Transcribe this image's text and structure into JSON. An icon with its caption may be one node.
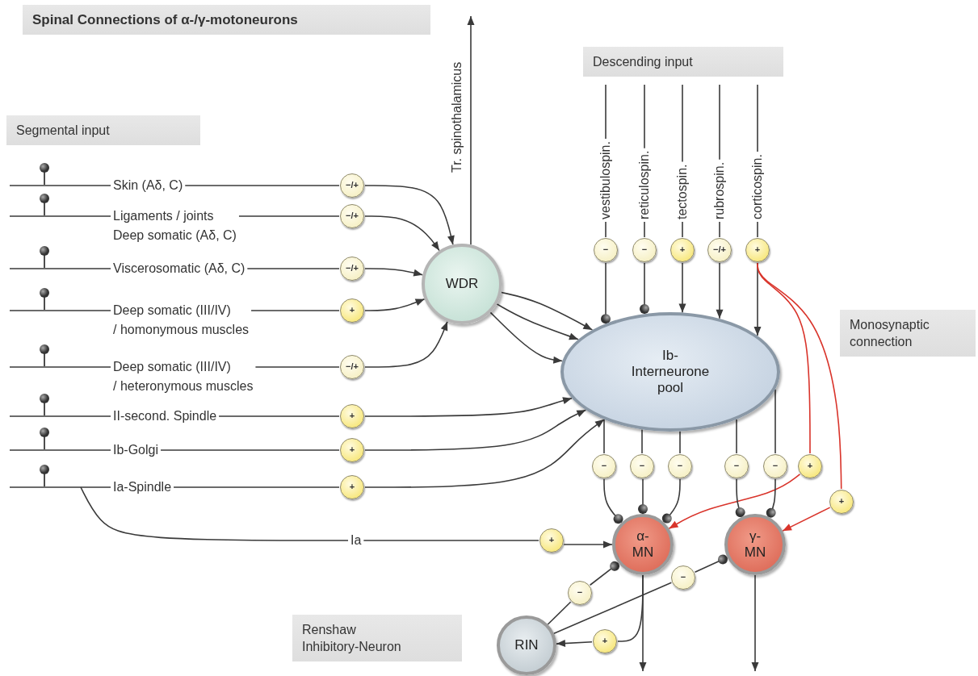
{
  "diagram": {
    "title": "Spinal Connections of α-/γ-motoneurons",
    "nodes": [
      {
        "text": [
          "WDR"
        ]
      },
      {
        "text": [
          "Ib- Interneurone pool"
        ]
      },
      {
        "text": [
          "α- MN"
        ]
      },
      {
        "text": [
          "γ- MN"
        ]
      },
      {
        "text": [
          "RIN"
        ]
      },
      {
        "text": [
          "Skin (Aδ, C)"
        ]
      },
      {
        "text": [
          "Ligaments / joints Deep somatic (Aδ, C)"
        ]
      },
      {
        "text": [
          "Viscerosomatic (Aδ, C)"
        ]
      },
      {
        "text": [
          "Deep somatic (III/IV) / homonymous muscles"
        ]
      },
      {
        "text": [
          "Deep somatic (III/IV) / heteronymous muscles"
        ]
      },
      {
        "text": [
          "II-second. Spindle"
        ]
      },
      {
        "text": [
          "Ib-Golgi"
        ]
      },
      {
        "text": [
          "Ia-Spindle"
        ]
      },
      {
        "text": [
          "−/+"
        ]
      },
      {
        "text": [
          "−/+"
        ]
      },
      {
        "text": [
          "−/+"
        ]
      },
      {
        "text": [
          "+"
        ]
      },
      {
        "text": [
          "−/+"
        ]
      },
      {
        "text": [
          "+"
        ]
      },
      {
        "text": [
          "+"
        ]
      },
      {
        "text": [
          "+"
        ]
      },
      {
        "text": [
          "Ia"
        ]
      },
      {
        "text": [
          "+"
        ]
      },
      {
        "text": [
          "vestibulospin."
        ]
      },
      {
        "text": [
          "reticulospin."
        ]
      },
      {
        "text": [
          "tectospin."
        ]
      },
      {
        "text": [
          "rubrospin."
        ]
      },
      {
        "text": [
          "corticospin."
        ]
      },
      {
        "text": [
          "−"
        ]
      },
      {
        "text": [
          "−"
        ]
      },
      {
        "text": [
          "+"
        ]
      },
      {
        "text": [
          "−/+"
        ]
      },
      {
        "text": [
          "+"
        ]
      },
      {
        "text": [
          "−"
        ]
      },
      {
        "text": [
          "−"
        ]
      },
      {
        "text": [
          "−"
        ]
      },
      {
        "text": [
          "−"
        ]
      },
      {
        "text": [
          "−"
        ]
      },
      {
        "text": [
          "+"
        ]
      },
      {
        "text": [
          "+"
        ]
      },
      {
        "text": [
          "−"
        ]
      },
      {
        "text": [
          "−"
        ]
      },
      {
        "text": [
          "+"
        ]
      }
    ],
    "edges": [
      {
        "from": null,
        "to": 5,
        "arrow": "none"
      },
      {
        "from": null,
        "to": 6,
        "arrow": "none"
      },
      {
        "from": null,
        "to": 7,
        "arrow": "none"
      },
      {
        "from": null,
        "to": 8,
        "arrow": "none"
      },
      {
        "from": null,
        "to": 9,
        "arrow": "none"
      },
      {
        "from": null,
        "to": 10,
        "arrow": "none"
      },
      {
        "from": null,
        "to": 11,
        "arrow": "none"
      },
      {
        "from": null,
        "to": 12,
        "arrow": "none"
      },
      {
        "from": 5,
        "to": 13,
        "arrow": "none"
      },
      {
        "from": 6,
        "to": 14,
        "arrow": "none"
      },
      {
        "from": 7,
        "to": 15,
        "arrow": "none"
      },
      {
        "from": 8,
        "to": 16,
        "arrow": "none"
      },
      {
        "from": 9,
        "to": 17,
        "arrow": "none"
      },
      {
        "from": 10,
        "to": 18,
        "arrow": "none"
      },
      {
        "from": 11,
        "to": 19,
        "arrow": "none"
      },
      {
        "from": 12,
        "to": 20,
        "arrow": "none"
      },
      {
        "from": 13,
        "to": 0,
        "arrow": "to"
      },
      {
        "from": 14,
        "to": 0,
        "arrow": "to"
      },
      {
        "from": 15,
        "to": 0,
        "arrow": "to"
      },
      {
        "from": 16,
        "to": 0,
        "arrow": "to"
      },
      {
        "from": 17,
        "to": 0,
        "arrow": "to"
      },
      {
        "from": 18,
        "to": 1,
        "arrow": "to"
      },
      {
        "from": 19,
        "to": 1,
        "arrow": "to"
      },
      {
        "from": 20,
        "to": 1,
        "arrow": "to"
      },
      {
        "from": 0,
        "to": 1,
        "arrow": "to"
      },
      {
        "from": 0,
        "to": 1,
        "arrow": "to"
      },
      {
        "from": 0,
        "to": 1,
        "arrow": "to"
      },
      {
        "from": 0,
        "to": null,
        "arrow": "to",
        "label": "Tr. spinothalamicus"
      },
      {
        "from": null,
        "to": 21,
        "arrow": "none"
      },
      {
        "from": 21,
        "to": 22,
        "arrow": "none"
      },
      {
        "from": 22,
        "to": 2,
        "arrow": "to"
      },
      {
        "from": null,
        "to": 23,
        "arrow": "none"
      },
      {
        "from": null,
        "to": 24,
        "arrow": "none"
      },
      {
        "from": null,
        "to": 25,
        "arrow": "none"
      },
      {
        "from": null,
        "to": 26,
        "arrow": "none"
      },
      {
        "from": null,
        "to": 27,
        "arrow": "none"
      },
      {
        "from": 23,
        "to": 28,
        "arrow": "none"
      },
      {
        "from": 24,
        "to": 29,
        "arrow": "none"
      },
      {
        "from": 25,
        "to": 30,
        "arrow": "none"
      },
      {
        "from": 26,
        "to": 31,
        "arrow": "none"
      },
      {
        "from": 27,
        "to": 32,
        "arrow": "none"
      },
      {
        "from": 28,
        "to": 1,
        "arrow": "other"
      },
      {
        "from": 29,
        "to": 1,
        "arrow": "other"
      },
      {
        "from": 30,
        "to": 1,
        "arrow": "to"
      },
      {
        "from": 31,
        "to": 1,
        "arrow": "to"
      },
      {
        "from": 32,
        "to": 1,
        "arrow": "to"
      },
      {
        "from": 32,
        "to": 38,
        "arrow": "none",
        "color": "#d9342b"
      },
      {
        "from": 32,
        "to": 39,
        "arrow": "none",
        "color": "#d9342b"
      },
      {
        "from": 38,
        "to": 2,
        "arrow": "to",
        "color": "#d9342b"
      },
      {
        "from": 39,
        "to": 3,
        "arrow": "to",
        "color": "#d9342b"
      },
      {
        "from": 1,
        "to": 33,
        "arrow": "none"
      },
      {
        "from": 1,
        "to": 34,
        "arrow": "none"
      },
      {
        "from": 1,
        "to": 35,
        "arrow": "none"
      },
      {
        "from": 1,
        "to": 36,
        "arrow": "none"
      },
      {
        "from": 1,
        "to": 37,
        "arrow": "none"
      },
      {
        "from": 33,
        "to": 2,
        "arrow": "other"
      },
      {
        "from": 34,
        "to": 2,
        "arrow": "other"
      },
      {
        "from": 35,
        "to": 2,
        "arrow": "other"
      },
      {
        "from": 36,
        "to": 3,
        "arrow": "other"
      },
      {
        "from": 37,
        "to": 3,
        "arrow": "other"
      },
      {
        "from": 2,
        "to": null,
        "arrow": "to"
      },
      {
        "from": 3,
        "to": null,
        "arrow": "to"
      },
      {
        "from": 2,
        "to": 42,
        "arrow": "none"
      },
      {
        "from": 42,
        "to": 4,
        "arrow": "to"
      },
      {
        "from": 4,
        "to": 40,
        "arrow": "none"
      },
      {
        "from": 40,
        "to": 2,
        "arrow": "other"
      },
      {
        "from": 4,
        "to": 41,
        "arrow": "none"
      },
      {
        "from": 41,
        "to": 3,
        "arrow": "other"
      }
    ],
    "labels": [
      "Segmental input",
      "Descending input",
      "Monosynaptic connection",
      "Renshaw Inhibitory-Neuron"
    ]
  }
}
